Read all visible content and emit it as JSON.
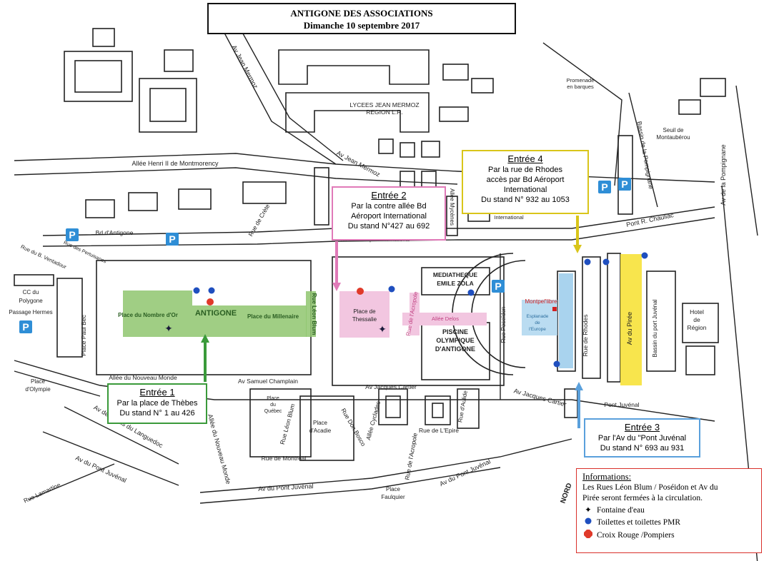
{
  "title": {
    "line1": "ANTIGONE DES ASSOCIATIONS",
    "line2": "Dimanche 10 septembre 2017"
  },
  "entries": {
    "e1": {
      "head": "Entrée 1",
      "l1": "Par la place de Thèbes",
      "l2": "Du stand N° 1 au 426"
    },
    "e2": {
      "head": "Entrée 2",
      "l1": "Par la contre allée Bd",
      "l2": "Aéroport International",
      "l3": "Du stand N°427 au 692"
    },
    "e3": {
      "head": "Entrée 3",
      "l1": "Par l'Av du \"Pont Juvénal",
      "l2": "Du stand N° 693 au 931"
    },
    "e4": {
      "head": "Entrée 4",
      "l1": "Par la rue de Rhodes",
      "l2": "accès par Bd Aéroport",
      "l3": "International",
      "l4": "Du stand N° 932 au 1053"
    }
  },
  "info": {
    "head": "Informations:",
    "l1": "Les Rues Léon Blum / Poséidon et Av du",
    "l2": "Pirée seront fermées à la circulation.",
    "fontaine": "Fontaine d'eau",
    "toilettes": "Toilettes et toilettes PMR",
    "croix": "Croix Rouge /Pompiers"
  },
  "labels": {
    "av_jean_mermoz_1": "Av Jean Mermoz",
    "av_jean_mermoz_2": "Av Jean Mermoz",
    "lycees_1": "LYCEES JEAN MERMOZ",
    "lycees_2": "REGION L.R.",
    "promenade_1": "Promenade",
    "promenade_2": "en barques",
    "seuil_1": "Seuil de",
    "seuil_2": "Montaubérou",
    "av_pompignane": "Av de la Pompignane",
    "bassin_pompignane": "Bassin de la Pompignane",
    "allee_henri": "Allée Henri II de Montmorency",
    "rue_crete": "Rue de Crète",
    "allee_mycenes": "Allée Mycènes",
    "international": "International",
    "pont_chauliac": "Pont R. Chauliac",
    "bd_antigone": "Bd d'Antigone",
    "bd_aeroport": "Bd de l'Aéroport International",
    "rue_b_ventadour": "Rue du B. Ventadour",
    "rue_pertuisanes": "Rue des Pertuisanes",
    "cc_1": "CC du",
    "cc_2": "Polygone",
    "cc_3": "Passage Hermes",
    "place_paul_bec": "Place Paul Bec",
    "place_nombre_or": "Place du Nombre d'Or",
    "antigone": "ANTIGONE",
    "place_millenaire": "Place du Millenaire",
    "rue_leon_blum": "Rue Léon Blum",
    "place_thessalie_1": "Place de",
    "place_thessalie_2": "Thessalie",
    "rue_acropole_1": "Rue de l'Acropole",
    "mediatheque_1": "MEDIATHEQUE",
    "mediatheque_2": "EMILE ZOLA",
    "allee_delos": "Allée Delos",
    "piscine_1": "PISCINE",
    "piscine_2": "OLYMPIQUE",
    "piscine_3": "D'ANTIGONE",
    "rue_poseidon": "Rue Poseïdon",
    "montpellibre": "Montpel'libre",
    "esplanade_1": "Esplanade",
    "esplanade_2": "de",
    "esplanade_3": "l'Europe",
    "rue_rhodes": "Rue de Rhodes",
    "av_piree": "Av du Pirée",
    "bassin_port": "Bassin du port Juvénal",
    "hotel_1": "Hotel",
    "hotel_2": "de",
    "hotel_3": "Région",
    "allee_nouveau_monde_1": "Allée du Nouveau Monde",
    "allee_nouveau_monde_2": "Allée du Nouveau Monde",
    "place_olympie_1": "Place",
    "place_olympie_2": "d'Olympie",
    "av_samuel": "Av Samuel Champlain",
    "av_jacques_cartier_1": "Av Jacques Cartier",
    "av_jacques_cartier_2": "Av Jacques Cartier",
    "pont_juvenal": "Pont Juvénal",
    "place_quebec_1": "Place",
    "place_quebec_2": "du",
    "place_quebec_3": "Québec",
    "rue_leon_blum_2": "Rue Léon Blum",
    "place_acadie_1": "Place",
    "place_acadie_2": "d'Acadie",
    "rue_don_bosco": "Rue Don Bosco",
    "allee_cyclades": "Allée Cyclades",
    "rue_acropole_2": "Rue de l'Acropole",
    "rue_epire": "Rue de L'Epire",
    "rue_aulide": "Rue d'Aulide",
    "av_etats": "Av des Etats du Languedoc",
    "av_pont_juvenal_1": "Av du Pont Juvénal",
    "av_pont_juvenal_2": "Av du Pont Juvénal",
    "av_pont_juvenal_3": "Av du Pont Juvénal",
    "rue_montreal": "Rue de Montréal",
    "rue_lamartine": "Rue Lamartine",
    "place_faulquier_1": "Place",
    "place_faulquier_2": "Faulquier",
    "nord": "NORD",
    "parking": "P"
  },
  "colors": {
    "green_zone": "#8fc66f",
    "pink_zone": "#f2c6e0",
    "yellow_zone": "#f7e23a",
    "blue_zone": "#a9d3ee",
    "entry1": "#3a9a3a",
    "entry2": "#e07ab8",
    "entry3": "#5aa0dc",
    "entry4": "#d9c51a",
    "parking": "#2f8ed6",
    "toilettes": "#1f4fbf",
    "croix_rouge": "#e03a2a"
  }
}
